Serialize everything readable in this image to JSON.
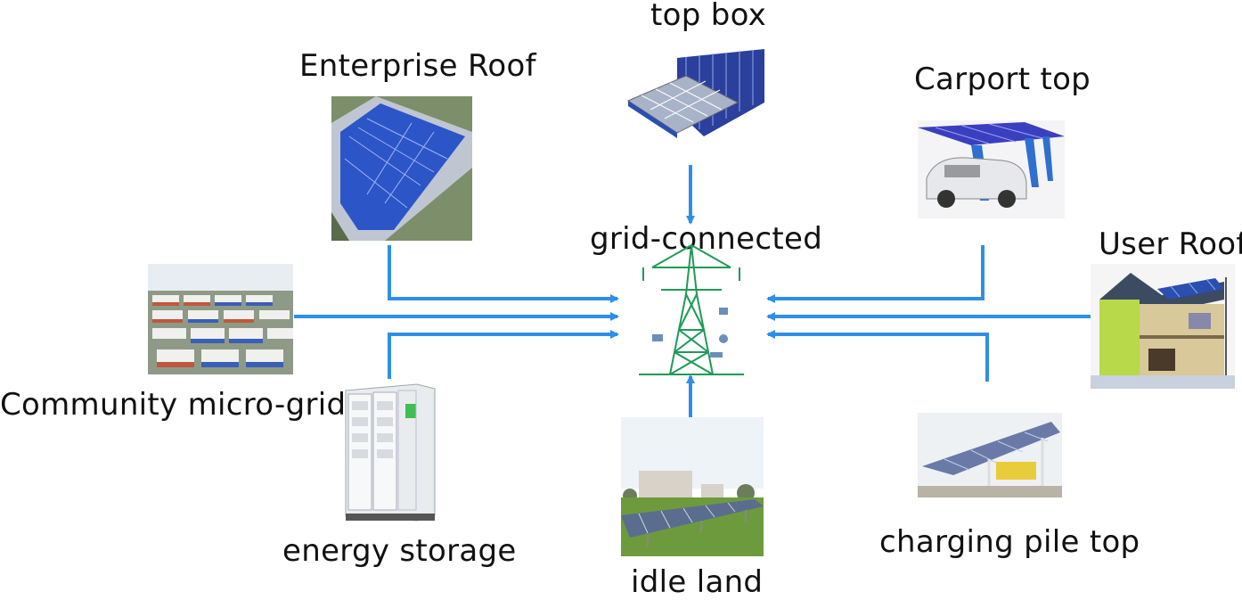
{
  "labels": {
    "top_box": "top box",
    "enterprise_roof": "Enterprise Roof",
    "carport_top": "Carport top",
    "grid_connected": "grid-connected",
    "user_roof": "User Roof",
    "community_micro_grid": "Community micro-grid",
    "energy_storage": "energy storage",
    "idle_land": "idle land",
    "charging_pile_top": "charging pile top"
  },
  "colors": {
    "arrow": "#2f8fe8",
    "pylon": "#1f9a57",
    "panel": "#2a4fb0"
  }
}
